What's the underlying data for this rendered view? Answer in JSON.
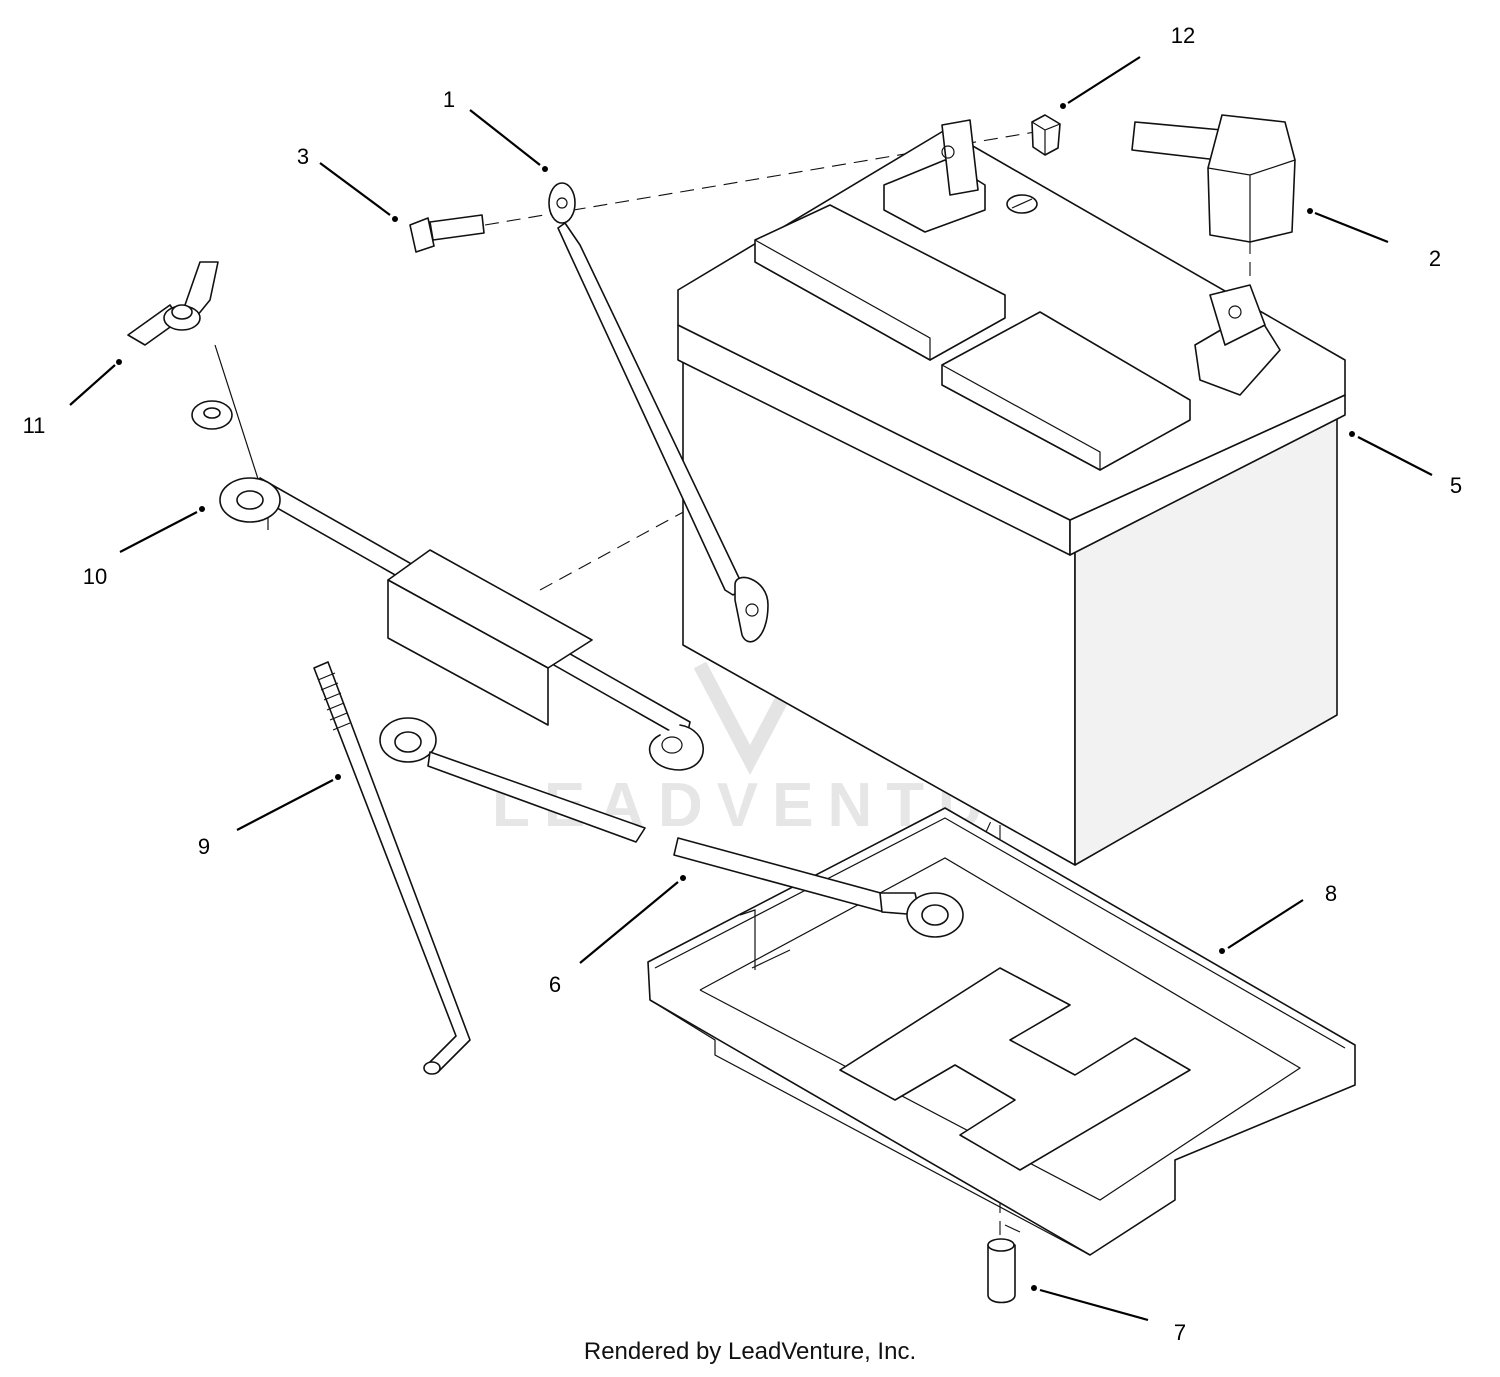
{
  "callouts": [
    {
      "id": "1",
      "label": "1"
    },
    {
      "id": "2",
      "label": "2"
    },
    {
      "id": "3",
      "label": "3"
    },
    {
      "id": "5",
      "label": "5"
    },
    {
      "id": "6",
      "label": "6"
    },
    {
      "id": "7",
      "label": "7"
    },
    {
      "id": "8",
      "label": "8"
    },
    {
      "id": "9",
      "label": "9"
    },
    {
      "id": "10",
      "label": "10"
    },
    {
      "id": "11",
      "label": "11"
    },
    {
      "id": "12",
      "label": "12"
    }
  ],
  "watermark": {
    "text": "LEADVENTURE"
  },
  "footer": {
    "credit": "Rendered by LeadVenture, Inc."
  }
}
